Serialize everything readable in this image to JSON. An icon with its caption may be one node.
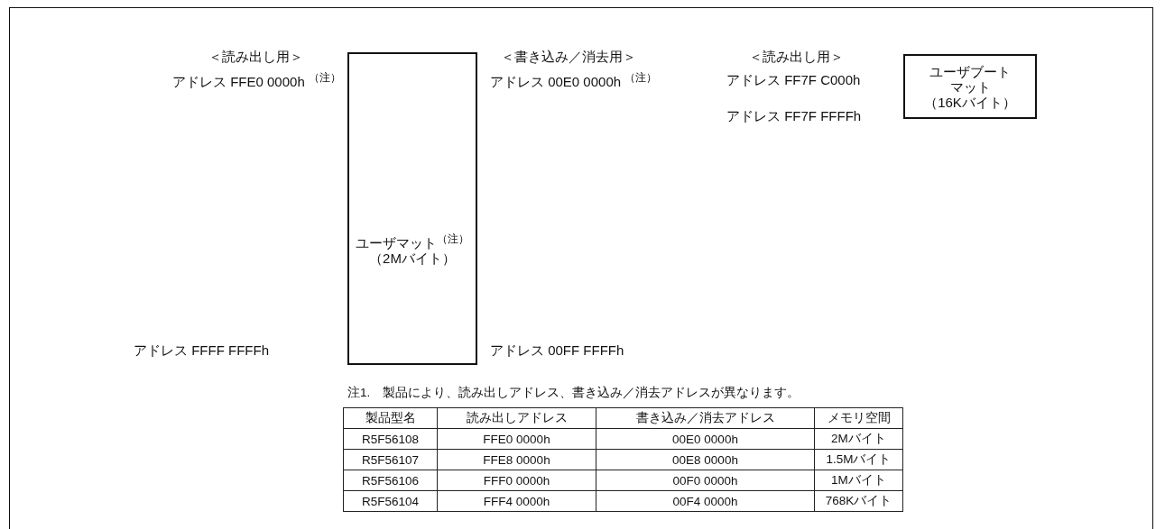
{
  "diagram": {
    "nodes": [
      {
        "text": [
          "ユーザマット$^{（注）}$",
          "（2Mバイト）"
        ]
      },
      {
        "text": [
          "ユーザブートマット",
          "（16Kバイト）"
        ]
      }
    ],
    "labels": [
      "＜読み出し用＞",
      "＜書き込み／消去用＞",
      "＜読み出し用＞",
      "アドレス FFE0 0000h $^{（注）}$",
      "アドレス 00E0 0000h $^{（注）}$",
      "アドレス FF7F C000h",
      "アドレス FF7F FFFFh",
      "アドレス FFFF FFFFh",
      "アドレス 00FF FFFFh",
      "注1.　製品により、読み出しアドレス、書き込み／消去アドレスが異なります。",
      "製品型名",
      "読み出しアドレス",
      "書き込み／消去アドレス",
      "メモリ空間",
      "R5F56108",
      "FFE0 0000h",
      "00E0 0000h",
      "2Mバイト",
      "R5F56107",
      "FFE8 0000h",
      "00E8 0000h",
      "1.5Mバイト",
      "R5F56106",
      "FFF0 0000h",
      "00F0 0000h",
      "1Mバイト",
      "R5F56104",
      "FFF4 0000h",
      "00F4 0000h",
      "768Kバイト"
    ]
  }
}
